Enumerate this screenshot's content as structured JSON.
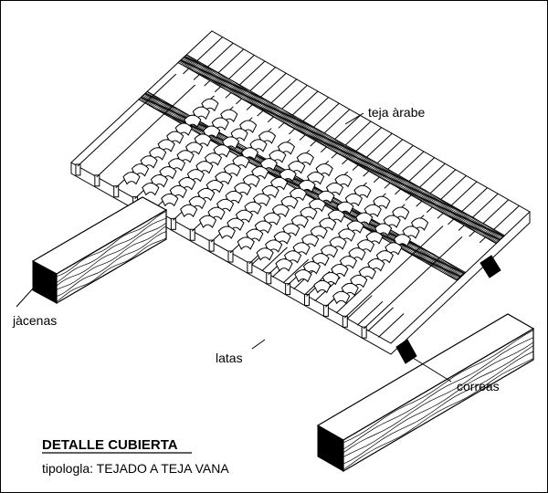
{
  "labels": {
    "teja_arabe": "teja àrabe",
    "jacenas": "jàcenas",
    "latas": "latas",
    "correas": "correas"
  },
  "title": "DETALLE CUBIERTA",
  "subtitle": "tipologla: TEJADO A TEJA VANA",
  "colors": {
    "ink": "#000000",
    "paper": "#ffffff"
  }
}
